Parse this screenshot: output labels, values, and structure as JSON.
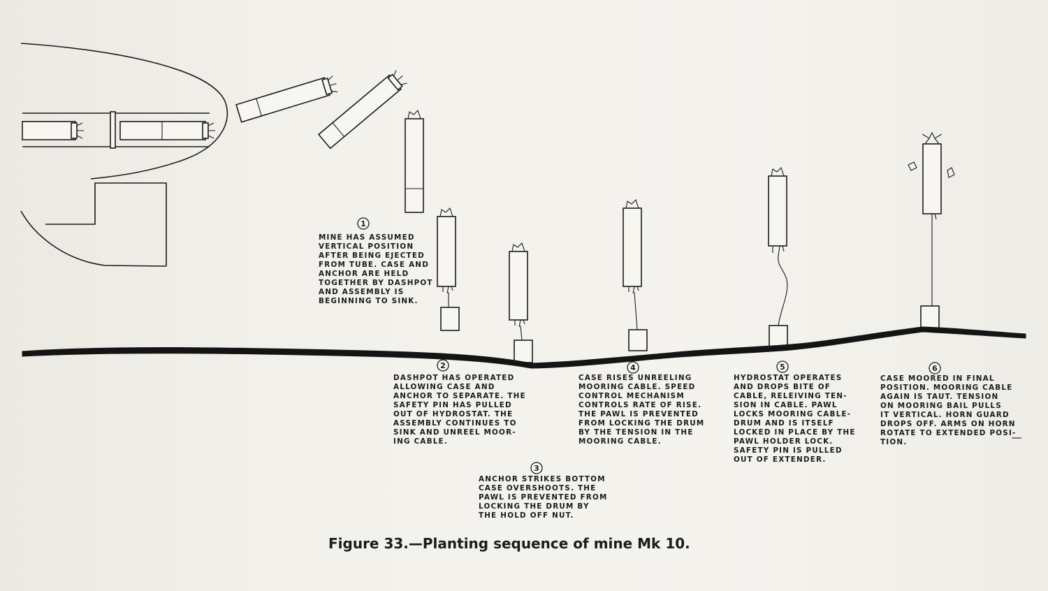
{
  "figure_title": "Figure 33.—Planting sequence of mine Mk 10.",
  "steps": [
    {
      "number": "1",
      "text": "MINE HAS ASSUMED\nVERTICAL POSITION\nAFTER BEING EJECTED\nFROM TUBE. CASE AND\nANCHOR ARE HELD\nTOGETHER BY DASHPOT\nAND ASSEMBLY IS\nBEGINNING TO SINK."
    },
    {
      "number": "2",
      "text": "DASHPOT HAS OPERATED\nALLOWING CASE AND\nANCHOR TO SEPARATE. THE\nSAFETY PIN HAS PULLED\nOUT OF HYDROSTAT. THE\nASSEMBLY CONTINUES TO\nSINK AND UNREEL MOOR-\nING CABLE."
    },
    {
      "number": "3",
      "text": "ANCHOR STRIKES BOTTOM\nCASE OVERSHOOTS. THE\nPAWL IS PREVENTED FROM\nLOCKING THE DRUM BY\nTHE HOLD OFF NUT."
    },
    {
      "number": "4",
      "text": "CASE RISES UNREELING\nMOORING CABLE. SPEED\nCONTROL MECHANISM\nCONTROLS RATE OF RISE.\nTHE PAWL IS PREVENTED\nFROM LOCKING THE DRUM\nBY THE TENSION IN THE\nMOORING CABLE."
    },
    {
      "number": "5",
      "text": "HYDROSTAT OPERATES\nAND DROPS BITE OF\nCABLE, RELEIVING TEN-\nSION IN CABLE. PAWL\nLOCKS MOORING CABLE-\nDRUM AND IS ITSELF\nLOCKED IN PLACE BY THE\nPAWL HOLDER LOCK.\nSAFETY PIN IS PULLED\nOUT OF EXTENDER."
    },
    {
      "number": "6",
      "text": "CASE MOORED IN FINAL\nPOSITION. MOORING CABLE\nAGAIN IS TAUT. TENSION\nON MOORING BAIL PULLS\nIT VERTICAL. HORN GUARD\nDROPS OFF. ARMS ON HORN\nROTATE TO EXTENDED POSI-\nTION."
    }
  ],
  "colors": {
    "ink": "#1b1b1b",
    "paper": "#f1efe9"
  }
}
